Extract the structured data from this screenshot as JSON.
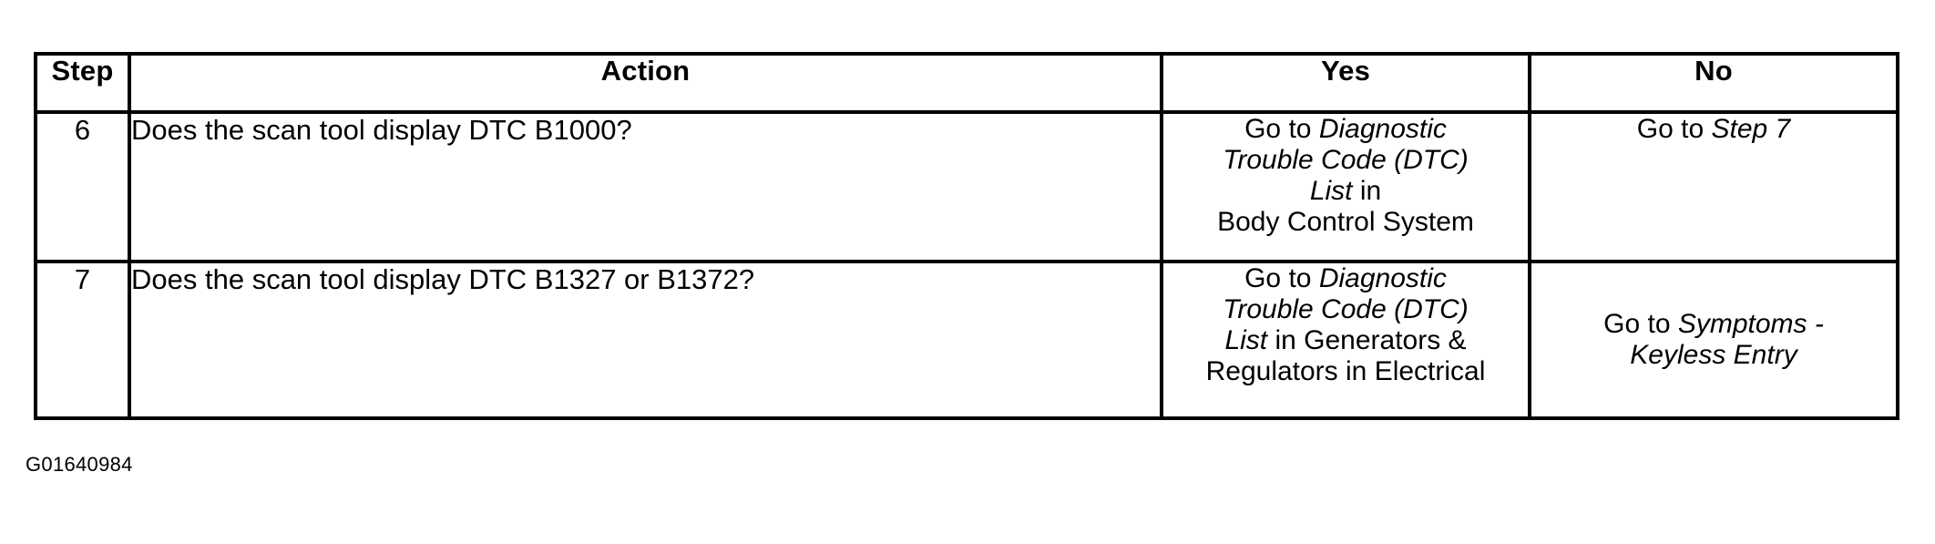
{
  "table": {
    "columns": [
      {
        "key": "step",
        "label": "Step"
      },
      {
        "key": "action",
        "label": "Action"
      },
      {
        "key": "yes",
        "label": "Yes"
      },
      {
        "key": "no",
        "label": "No"
      }
    ],
    "rows": [
      {
        "step": "6",
        "action": "Does the scan tool display DTC B1000?",
        "yes": {
          "lead": "Go to ",
          "reference": "Diagnostic Trouble Code (DTC) List",
          "tail": " in Body Control System",
          "lines": [
            "Go to Diagnostic",
            "Trouble Code (DTC)",
            "List in",
            "Body Control System"
          ]
        },
        "no": {
          "lead": "Go to ",
          "reference": "Step 7",
          "tail": "",
          "lines": [
            "Go to Step 7"
          ]
        }
      },
      {
        "step": "7",
        "action": "Does the scan tool display DTC B1327 or B1372?",
        "yes": {
          "lead": "Go to ",
          "reference": "Diagnostic Trouble Code (DTC) List",
          "tail": " in Generators & Regulators in Electrical",
          "lines": [
            "Go to Diagnostic",
            "Trouble Code (DTC)",
            "List in Generators &",
            "Regulators in Electrical"
          ]
        },
        "no": {
          "lead": "Go to ",
          "reference": "Symptoms - Keyless Entry",
          "tail": "",
          "lines": [
            "Go to Symptoms -",
            "Keyless Entry"
          ]
        }
      }
    ]
  },
  "figure_id": "G01640984",
  "colors": {
    "border": "#000000",
    "text": "#000000",
    "background": "#ffffff"
  }
}
